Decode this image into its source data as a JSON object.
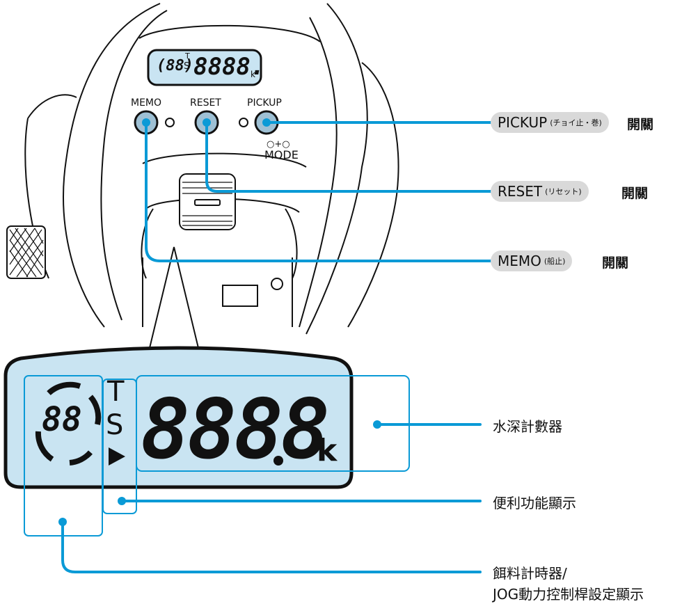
{
  "top_lcd": {
    "timer": "(88)",
    "t": "T",
    "s": "S",
    "digits": "8888.",
    "unit": "k"
  },
  "buttons": {
    "memo": "MEMO",
    "reset": "RESET",
    "pickup": "PICKUP",
    "mode_symbol": "○+○",
    "mode": "MODE"
  },
  "lcd": {
    "timer": "88",
    "t": "T",
    "s": "S",
    "digits": "8888",
    "unit": "k"
  },
  "callouts": {
    "pickup": {
      "name": "PICKUP",
      "sub": "(チョイ止・巻)",
      "suffix": "開關"
    },
    "reset": {
      "name": "RESET",
      "sub": "(リセット)",
      "suffix": "開關"
    },
    "memo": {
      "name": "MEMO",
      "sub": "(船止)",
      "suffix": "開關"
    },
    "depth": "水深計數器",
    "convenience": "便利功能顯示",
    "timer_line1": "餌料計時器/",
    "timer_line2": "JOG動力控制桿設定顯示"
  },
  "colors": {
    "callout": "#0a9ad6",
    "lcd_bg": "#c9e4f2",
    "pill_bg": "#d9d9d9"
  }
}
